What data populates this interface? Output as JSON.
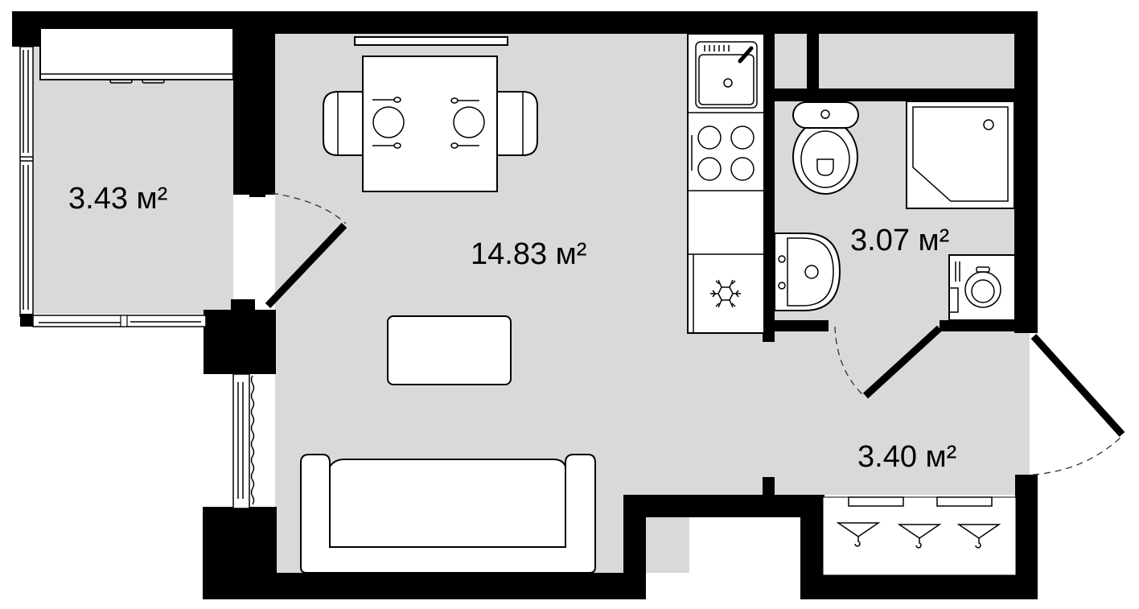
{
  "plan": {
    "type": "studio apartment floor plan",
    "colors": {
      "wall": "#000000",
      "floor": "#d9d9d9",
      "furniture": "#ffffff",
      "background": "#ffffff"
    },
    "rooms": [
      {
        "id": "balcony",
        "name": "balcony",
        "area_label": "3.43 м²"
      },
      {
        "id": "living",
        "name": "living room / kitchen",
        "area_label": "14.83 м²"
      },
      {
        "id": "bathroom",
        "name": "bathroom",
        "area_label": "3.07 м²"
      },
      {
        "id": "hallway",
        "name": "hallway",
        "area_label": "3.40 м²"
      }
    ],
    "fixtures": [
      "balcony-cabinet",
      "tv-stand",
      "dining-table",
      "chair-left",
      "chair-right",
      "plate-left",
      "plate-right",
      "kitchen-sink",
      "cooktop",
      "kitchen-counter",
      "fridge",
      "toilet",
      "shower-cabinet",
      "bathroom-sink",
      "washing-machine",
      "coffee-table",
      "sofa",
      "wardrobe-hangers",
      "entrance-door",
      "bathroom-door",
      "balcony-door",
      "window-balcony",
      "window-living"
    ],
    "icons": {
      "fridge": "snowflake-icon",
      "hanger": "clothes-hanger-icon"
    }
  }
}
